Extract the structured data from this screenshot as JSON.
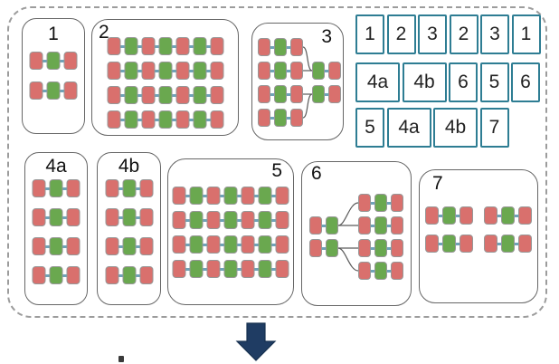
{
  "colors": {
    "red_block": "#d9706d",
    "green_block": "#6aa84f",
    "connector": "#6fa3b8",
    "block_border": "#979797",
    "box_border": "#666666",
    "frame_border": "#9c9c9c",
    "tile_border": "#2e7d93",
    "tile_text": "#222222",
    "label_text": "#111111",
    "arrow": "#1f3c63"
  },
  "groups": [
    {
      "id": "1",
      "label": "1",
      "kind": "grid",
      "rows": [
        "RGR",
        "RGR"
      ]
    },
    {
      "id": "2",
      "label": "2",
      "kind": "grid",
      "rows": [
        "RGRGRGR",
        "RGRGRGR",
        "RGRGRGR",
        "RGRGRGR"
      ]
    },
    {
      "id": "3",
      "label": "3",
      "kind": "merge-right",
      "main_rows": [
        "RGR",
        "RGR",
        "RGR",
        "RGR"
      ],
      "merged_rows": [
        "GR",
        "GR"
      ]
    },
    {
      "id": "4a",
      "label": "4a",
      "kind": "grid",
      "rows": [
        "RGR",
        "RGR",
        "RGR",
        "RGR"
      ]
    },
    {
      "id": "4b",
      "label": "4b",
      "kind": "grid",
      "rows": [
        "RGR",
        "RGR",
        "RGR",
        "RGR"
      ]
    },
    {
      "id": "5",
      "label": "5",
      "kind": "grid",
      "rows": [
        "RGRGRGR",
        "RGRGRGR",
        "RGRGRGR",
        "RGRGRGR"
      ]
    },
    {
      "id": "6",
      "label": "6",
      "kind": "merge-left",
      "main_rows": [
        "RGR",
        "RGR",
        "RGR",
        "RGR"
      ],
      "merged_rows": [
        "RG",
        "RG"
      ]
    },
    {
      "id": "7",
      "label": "7",
      "kind": "grid-pairs",
      "rows": [
        [
          "RGR",
          "RGR"
        ],
        [
          "RGR",
          "RGR"
        ]
      ]
    }
  ],
  "tiles": [
    [
      "1",
      "2",
      "3",
      "2",
      "3",
      "1"
    ],
    [
      "4a",
      "4b",
      "6",
      "5",
      "6"
    ],
    [
      "5",
      "4a",
      "4b",
      "7"
    ]
  ],
  "arrow": {
    "direction": "down"
  }
}
